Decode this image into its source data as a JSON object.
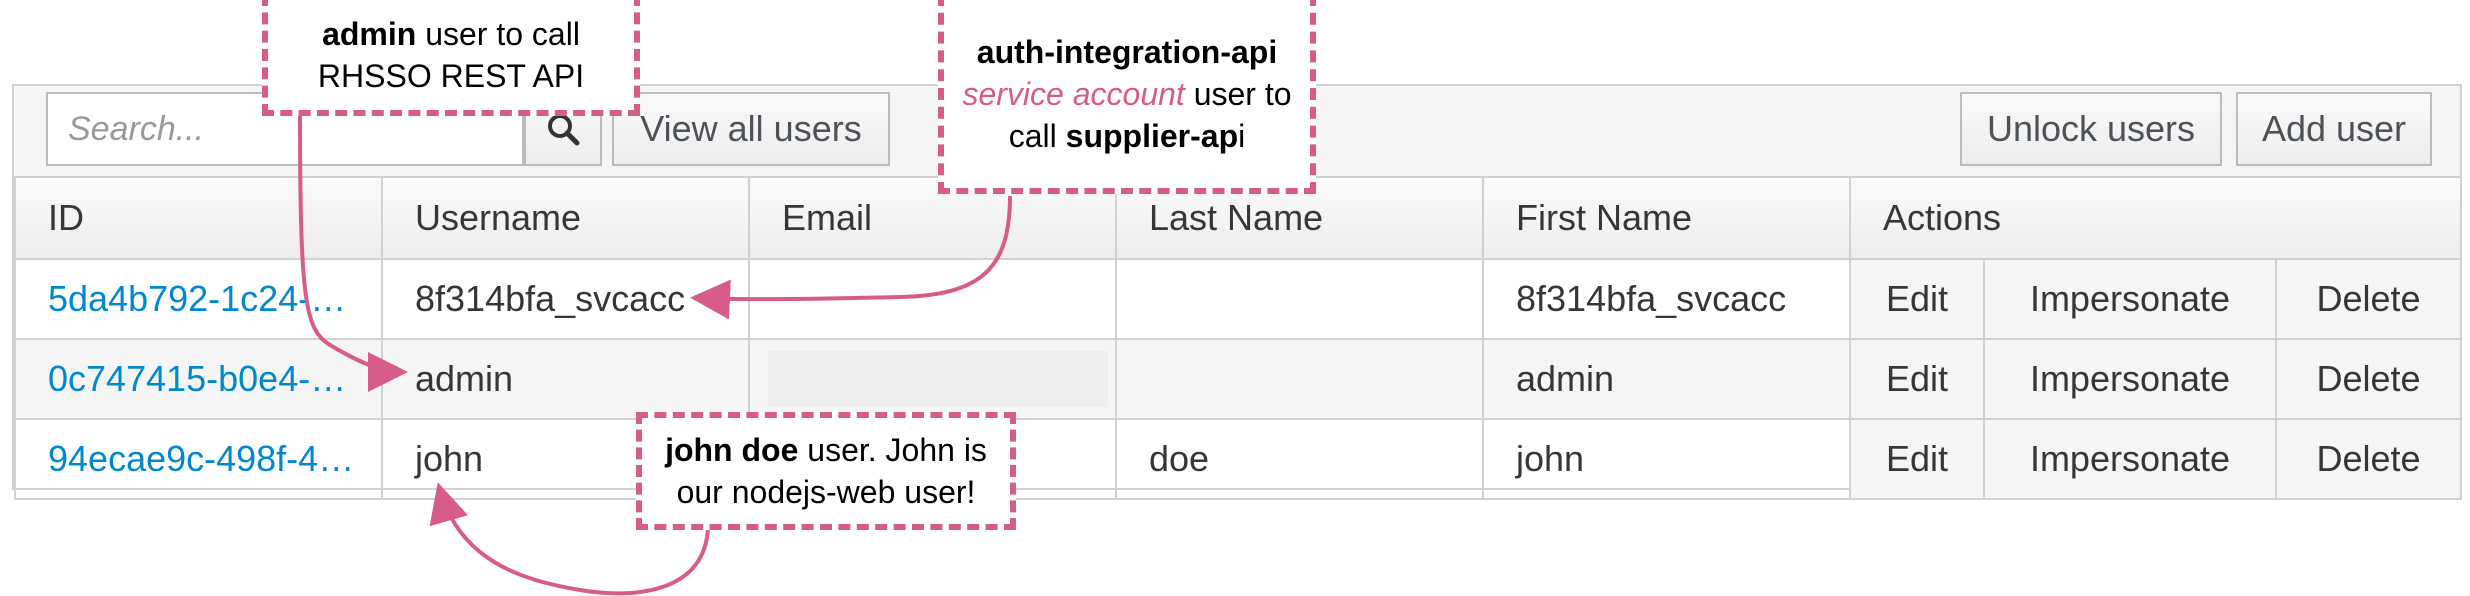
{
  "toolbar": {
    "search_placeholder": "Search...",
    "view_all_label": "View all users",
    "unlock_label": "Unlock users",
    "add_user_label": "Add user"
  },
  "table": {
    "headers": [
      "ID",
      "Username",
      "Email",
      "Last Name",
      "First Name",
      "Actions"
    ],
    "rows": [
      {
        "id": "5da4b792-1c24-…",
        "username": "8f314bfa_svcacc",
        "email": "",
        "last_name": "",
        "first_name": "8f314bfa_svcacc"
      },
      {
        "id": "0c747415-b0e4-…",
        "username": "admin",
        "email": "",
        "last_name": "",
        "first_name": "admin"
      },
      {
        "id": "94ecae9c-498f-4…",
        "username": "john",
        "email": "",
        "last_name": "doe",
        "first_name": "john"
      }
    ],
    "actions": {
      "edit": "Edit",
      "impersonate": "Impersonate",
      "delete": "Delete"
    }
  },
  "callouts": {
    "admin": {
      "bold": "admin",
      "line1_rest": " user to call",
      "line2": "RHSSO REST API"
    },
    "svc": {
      "line1": "auth-integration-api",
      "line2_pink": "service account",
      "line2_rest": " user to",
      "line3_pre": "call ",
      "line3_bold": "supplier-ap",
      "line3_post": "i"
    },
    "john": {
      "bold": "john doe",
      "line1_rest": " user. John is",
      "line2": "our nodejs-web user!"
    }
  },
  "colors": {
    "accent_pink": "#d75c8c",
    "link_blue": "#0088ce",
    "border_gray": "#d1d1d1"
  }
}
